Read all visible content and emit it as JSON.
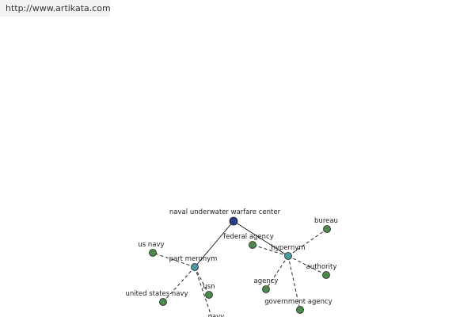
{
  "header": {
    "url": "http://www.artikata.com"
  },
  "graph": {
    "nodes": {
      "center": {
        "label": "naval underwater warfare center",
        "color": "#2e3a8c"
      },
      "part_meronym": {
        "label": "part meronym",
        "color": "#4a9aa0"
      },
      "hypernym": {
        "label": "hypernym",
        "color": "#4a9aa0"
      },
      "us_navy": {
        "label": "us navy",
        "color": "#4a8a4a"
      },
      "united_states_navy": {
        "label": "united states navy",
        "color": "#4a8a4a"
      },
      "usn": {
        "label": "usn",
        "color": "#4a8a4a"
      },
      "navy": {
        "label": "navy",
        "color": "#4a8a4a"
      },
      "federal_agency": {
        "label": "federal agency",
        "color": "#4a8a4a"
      },
      "bureau": {
        "label": "bureau",
        "color": "#4a8a4a"
      },
      "authority": {
        "label": "authority",
        "color": "#4a8a4a"
      },
      "agency": {
        "label": "agency",
        "color": "#4a8a4a"
      },
      "government_agency": {
        "label": "government agency",
        "color": "#4a8a4a"
      }
    },
    "edges": [
      {
        "from": "center",
        "to": "part_meronym",
        "style": "solid"
      },
      {
        "from": "center",
        "to": "hypernym",
        "style": "solid"
      },
      {
        "from": "part_meronym",
        "to": "us_navy",
        "style": "dashed"
      },
      {
        "from": "part_meronym",
        "to": "united_states_navy",
        "style": "dashed"
      },
      {
        "from": "part_meronym",
        "to": "usn",
        "style": "dashed"
      },
      {
        "from": "part_meronym",
        "to": "navy",
        "style": "dashed"
      },
      {
        "from": "hypernym",
        "to": "federal_agency",
        "style": "dashed"
      },
      {
        "from": "hypernym",
        "to": "bureau",
        "style": "dashed"
      },
      {
        "from": "hypernym",
        "to": "authority",
        "style": "dashed"
      },
      {
        "from": "hypernym",
        "to": "agency",
        "style": "dashed"
      },
      {
        "from": "hypernym",
        "to": "government_agency",
        "style": "dashed"
      }
    ]
  }
}
